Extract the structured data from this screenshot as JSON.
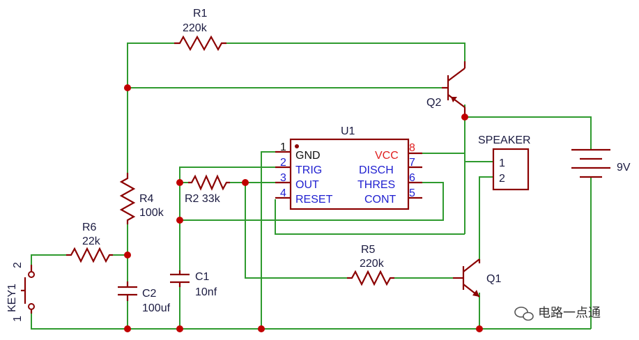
{
  "components": {
    "r1": {
      "name": "R1",
      "value": "220k"
    },
    "r2": {
      "label": "R2 33k"
    },
    "r4": {
      "name": "R4",
      "value": "100k"
    },
    "r5": {
      "name": "R5",
      "value": "220k"
    },
    "r6": {
      "name": "R6",
      "value": "22k"
    },
    "c1": {
      "name": "C1",
      "value": "10nf"
    },
    "c2": {
      "name": "C2",
      "value": "100uf"
    },
    "q1": {
      "name": "Q1"
    },
    "q2": {
      "name": "Q2"
    },
    "battery": {
      "label": "9V"
    },
    "speaker": {
      "name": "SPEAKER",
      "pin1": "1",
      "pin2": "2"
    },
    "key": {
      "name": "KEY1",
      "pin1": "1",
      "pin2": "2"
    }
  },
  "u1": {
    "name": "U1",
    "left_pins": [
      {
        "num": "1",
        "name": "GND"
      },
      {
        "num": "2",
        "name": "TRIG"
      },
      {
        "num": "3",
        "name": "OUT"
      },
      {
        "num": "4",
        "name": "RESET"
      }
    ],
    "right_pins": [
      {
        "num": "8",
        "name": "VCC"
      },
      {
        "num": "7",
        "name": "DISCH"
      },
      {
        "num": "6",
        "name": "THRES"
      },
      {
        "num": "5",
        "name": "CONT"
      }
    ]
  },
  "watermark": {
    "text": "电路一点通",
    "icon": "wechat-icon"
  },
  "colors": {
    "wire": "#2e9a2e",
    "component": "#8b0000",
    "junction": "#c00000",
    "pin_text": "#1f1fd0",
    "power_text": "#e02020"
  }
}
